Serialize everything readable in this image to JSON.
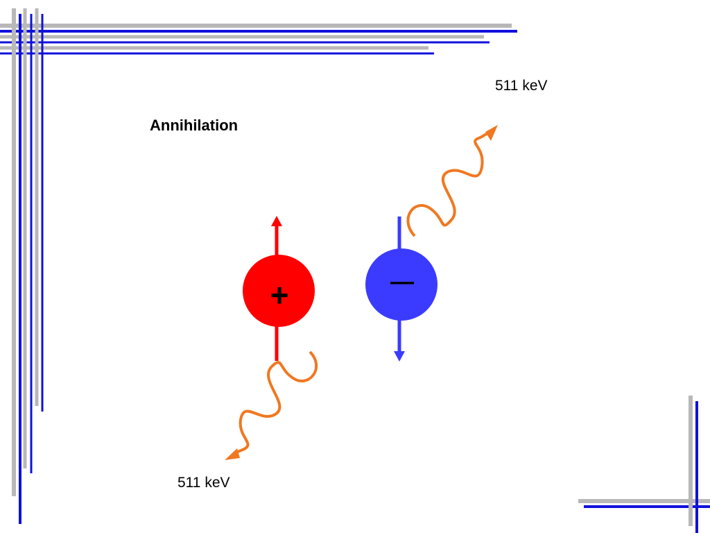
{
  "slide": {
    "title": "Annihilation",
    "photon_top_label": "511 keV",
    "photon_bottom_label": "511 keV"
  },
  "particles": {
    "positron": {
      "sign": "+",
      "color": "#ff0000",
      "spin": "up"
    },
    "electron": {
      "sign": "—",
      "color": "#3b3bff",
      "spin": "down"
    }
  },
  "photon_color": "#f07820",
  "frame_colors": {
    "blue": "#1010dd",
    "gray": "#b8b8b8"
  }
}
